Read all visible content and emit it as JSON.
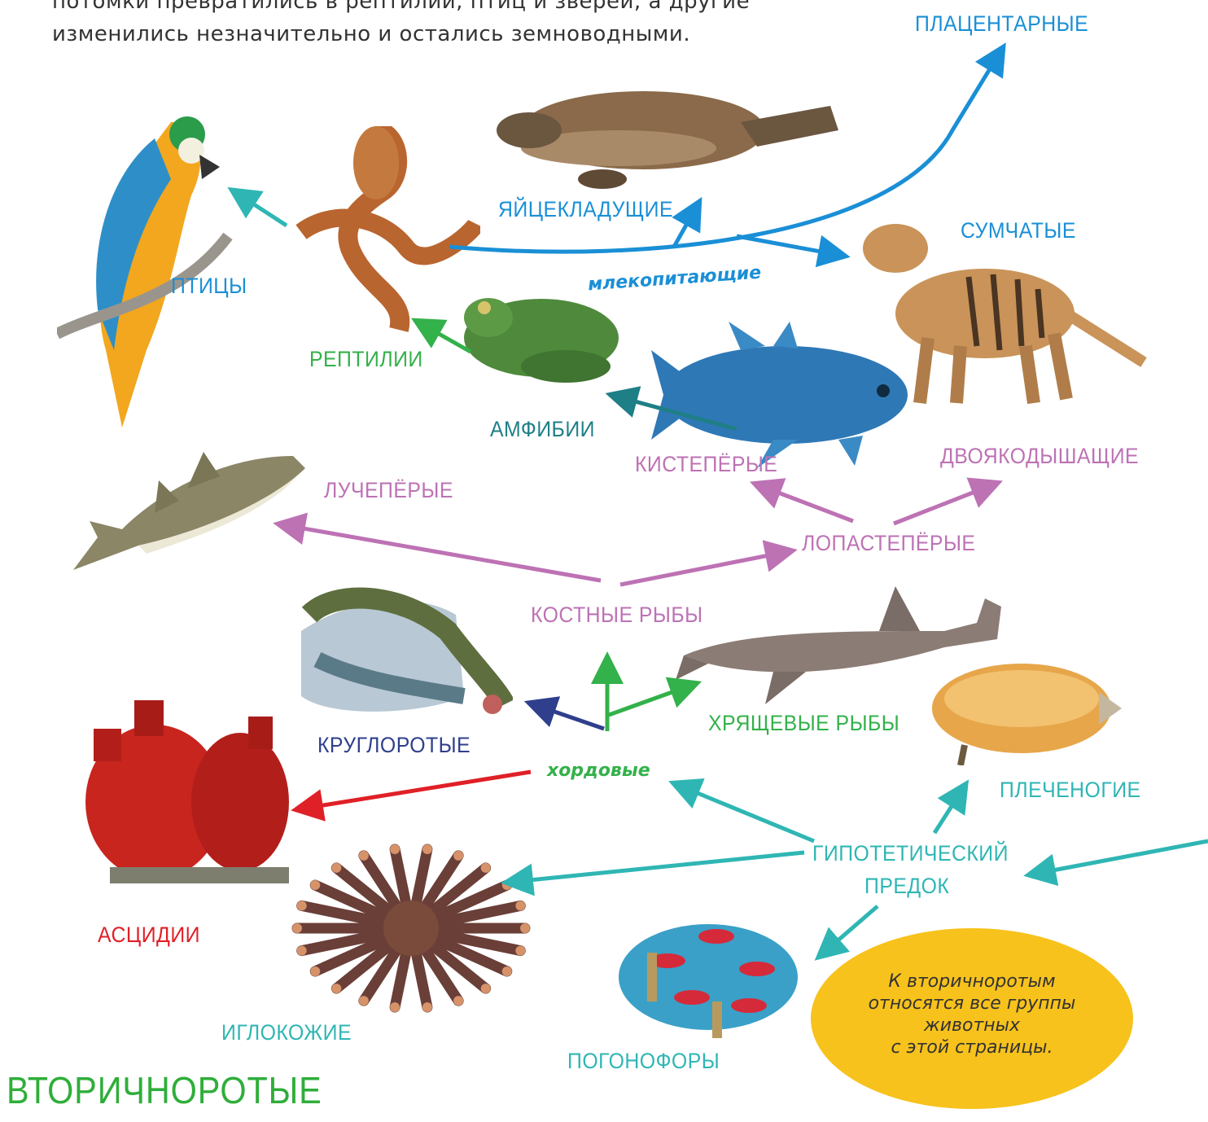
{
  "intro": {
    "line1": "потомки превратились в рептилий, птиц и зверей, а другие",
    "line2": "изменились незначительно и остались земноводными."
  },
  "title": "ВТОРИЧНОРОТЫЕ",
  "labels": {
    "placental": "ПЛАЦЕНТАРНЫЕ",
    "monotremes": "ЯЙЦЕКЛАДУЩИЕ",
    "marsupials": "СУМЧАТЫЕ",
    "mammals": "млекопитающие",
    "birds": "ПТИЦЫ",
    "reptiles": "РЕПТИЛИИ",
    "amphibians": "АМФИБИИ",
    "lobe_finned_sub": "КИСТЕПЁРЫЕ",
    "lungfish": "ДВОЯКОДЫШАЩИЕ",
    "ray_finned": "ЛУЧЕПЁРЫЕ",
    "lobe_finned": "ЛОПАСТЕПЁРЫЕ",
    "bony_fish": "КОСТНЫЕ РЫБЫ",
    "cyclostomes": "КРУГЛОРОТЫЕ",
    "cartilaginous": "ХРЯЩЕВЫЕ РЫБЫ",
    "chordates": "хордовые",
    "brachiopods": "ПЛЕЧЕНОГИЕ",
    "ancestor_1": "ГИПОТЕТИЧЕСКИЙ",
    "ancestor_2": "ПРЕДОК",
    "ascidians": "АСЦИДИИ",
    "echinoderms": "ИГЛОКОЖИЕ",
    "pogonophora": "ПОГОНОФОРЫ"
  },
  "note": {
    "line1": "К вторичноротым",
    "line2": "относятся все группы",
    "line3": "животных",
    "line4": "с этой страницы."
  },
  "colors": {
    "blue": "#1a8fd6",
    "teal": "#2fb6b4",
    "green": "#33b14a",
    "dark_teal": "#1e7f86",
    "purple": "#bd72b4",
    "navy": "#2f3f8c",
    "red": "#e02027",
    "note_bg": "#f7c21c"
  }
}
